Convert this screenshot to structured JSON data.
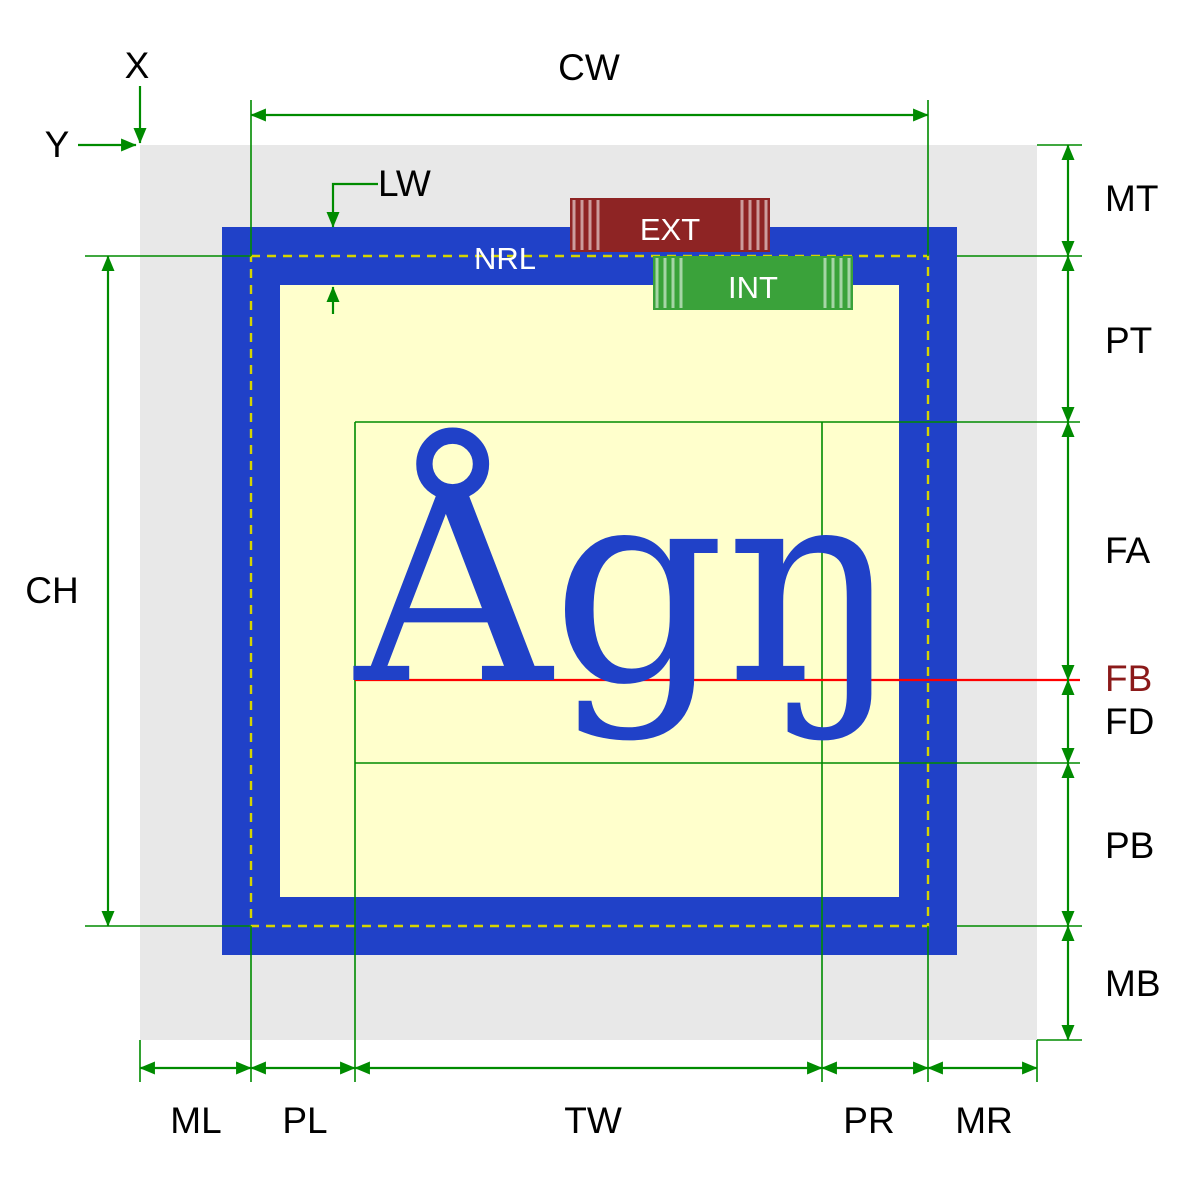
{
  "sample_text": "Ågŋ",
  "labels": {
    "x": "X",
    "y": "Y",
    "cw": "CW",
    "lw": "LW",
    "nrl": "NRL",
    "ext": "EXT",
    "int": "INT",
    "mt": "MT",
    "pt": "PT",
    "fa": "FA",
    "fb": "FB",
    "fd": "FD",
    "pb": "PB",
    "mb": "MB",
    "ch": "CH",
    "ml": "ML",
    "pl": "PL",
    "tw": "TW",
    "pr": "PR",
    "mr": "MR"
  },
  "colors": {
    "margin_gray": "#e8e8e8",
    "border_blue": "#2041c8",
    "padding_yellow": "#ffffcc",
    "dim_green": "#008b00",
    "nrl_yellow": "#d4d400",
    "baseline_red": "#ff0000",
    "ext_red": "#8e2424",
    "int_green": "#3aa23a",
    "fb_darkred": "#8b1a1a"
  }
}
